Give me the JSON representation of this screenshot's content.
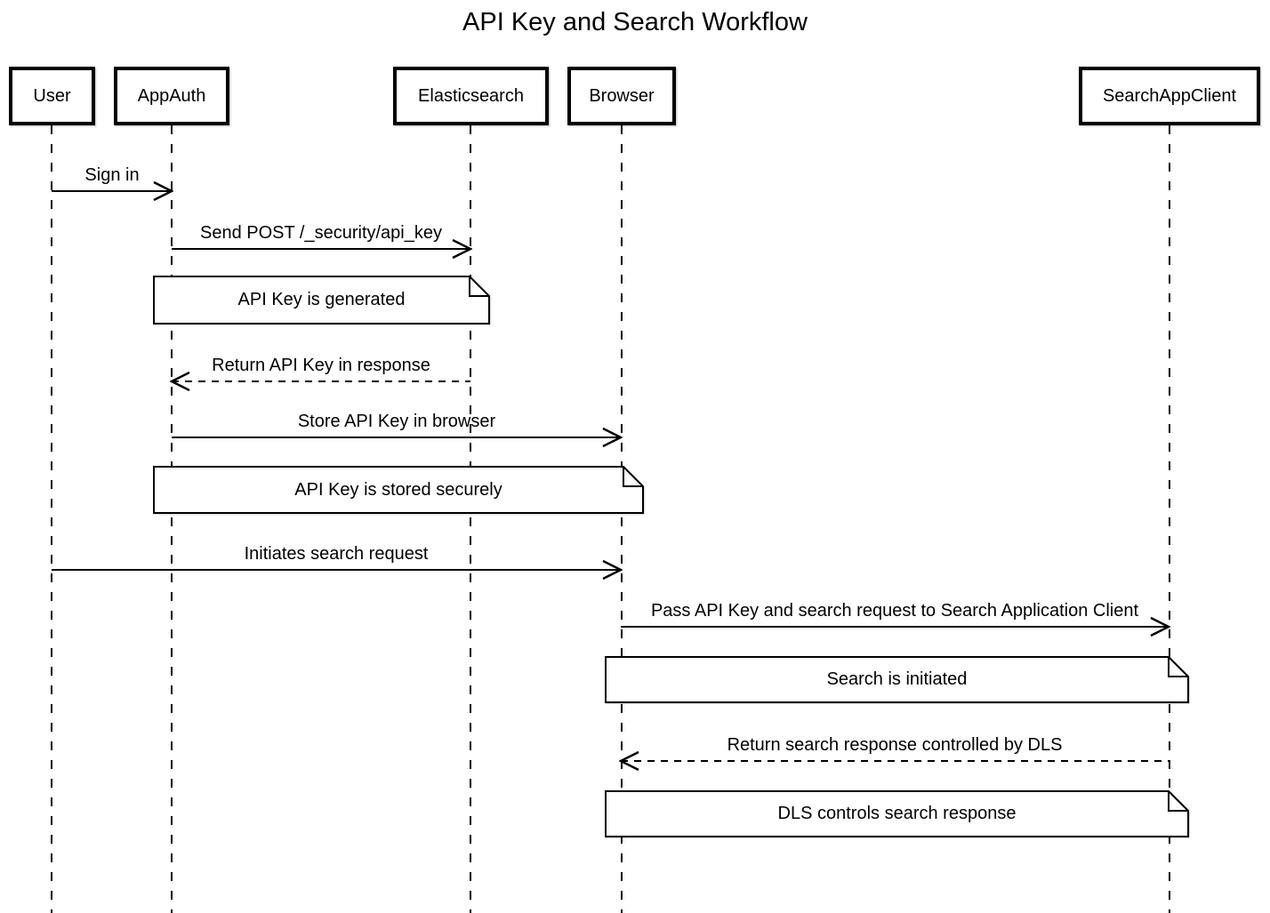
{
  "title": "API Key and Search Workflow",
  "colors": {
    "line": "#000000",
    "fill": "#ffffff",
    "text": "#000000"
  },
  "participants": [
    {
      "label": "User"
    },
    {
      "label": "AppAuth"
    },
    {
      "label": "Elasticsearch"
    },
    {
      "label": "Browser"
    },
    {
      "label": "SearchAppClient"
    }
  ],
  "messages": [
    {
      "label": "Sign in",
      "from": "User",
      "to": "AppAuth",
      "line": "solid"
    },
    {
      "label": "Send POST /_security/api_key",
      "from": "AppAuth",
      "to": "Elasticsearch",
      "line": "solid"
    },
    {
      "label": "Return API Key in response",
      "from": "Elasticsearch",
      "to": "AppAuth",
      "line": "dashed"
    },
    {
      "label": "Store API Key in browser",
      "from": "AppAuth",
      "to": "Browser",
      "line": "solid"
    },
    {
      "label": "Initiates search request",
      "from": "User",
      "to": "Browser",
      "line": "solid"
    },
    {
      "label": "Pass API Key and search request to Search Application Client",
      "from": "Browser",
      "to": "SearchAppClient",
      "line": "solid"
    },
    {
      "label": "Return search response controlled by DLS",
      "from": "SearchAppClient",
      "to": "Browser",
      "line": "dashed"
    }
  ],
  "notes": [
    {
      "label": "API Key is generated",
      "over": "AppAuth, Elasticsearch"
    },
    {
      "label": "API Key is stored securely",
      "over": "AppAuth, Browser"
    },
    {
      "label": "Search is initiated",
      "over": "Browser, SearchAppClient"
    },
    {
      "label": "DLS controls search response",
      "over": "Browser, SearchAppClient"
    }
  ]
}
